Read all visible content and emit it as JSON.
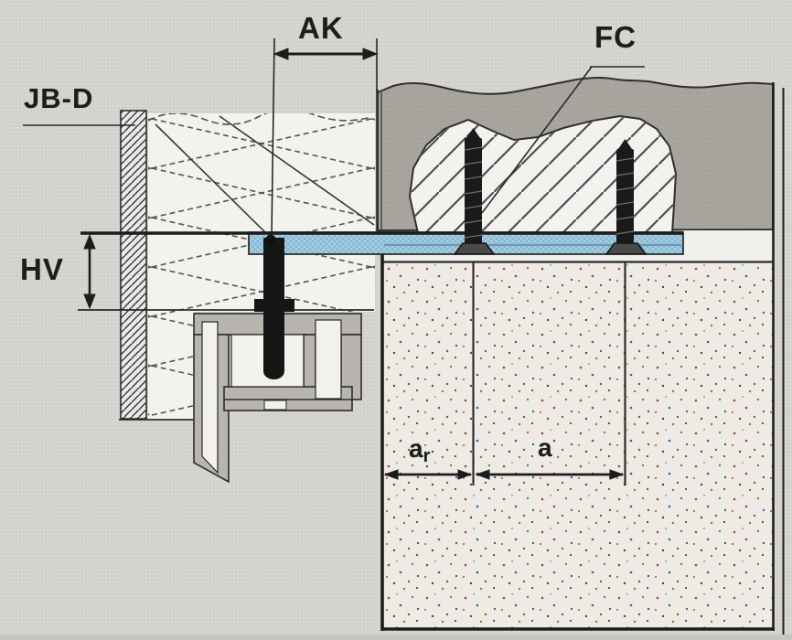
{
  "diagram": {
    "type": "construction-detail-section",
    "labels": {
      "bracket_system": "JB-D",
      "edge_distance": "AK",
      "frame_screw": "FC",
      "height_offset": "HV",
      "rim_spacing_base": "a",
      "rim_spacing_sub": "r",
      "screw_spacing": "a"
    },
    "colors": {
      "background": "#d6d5d2",
      "slab_gray": "#a8a59f",
      "mortar_white": "#f3f2ee",
      "plate_blue": "#a6cfe3",
      "plate_hatch_blue": "#7fb0cc",
      "block_fill": "#edebe4",
      "frame_gray": "#b7b5ae",
      "line_dark": "#232321",
      "insulation_stroke": "#55544f"
    }
  }
}
